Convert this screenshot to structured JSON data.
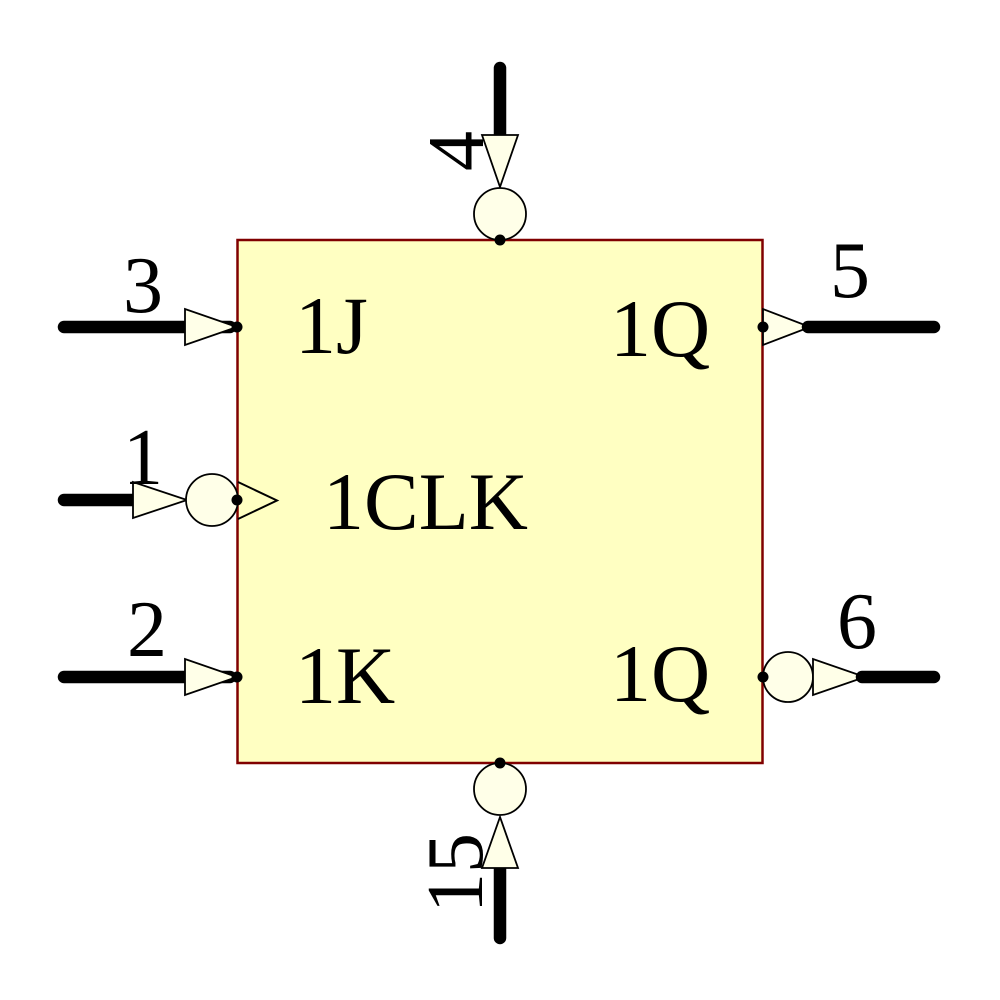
{
  "symbol": {
    "kind": "jk-flip-flop-schematic-symbol",
    "pins": {
      "left": [
        {
          "number": "3",
          "name": "1J"
        },
        {
          "number": "1",
          "name": "1CLK"
        },
        {
          "number": "2",
          "name": "1K"
        }
      ],
      "right": [
        {
          "number": "5",
          "name": "1Q"
        },
        {
          "number": "6",
          "name": "1Q"
        }
      ],
      "top": [
        {
          "number": "4"
        }
      ],
      "bottom": [
        {
          "number": "15"
        }
      ]
    },
    "colors": {
      "body_fill": "#FFFFC2",
      "body_outline": "#800000",
      "wire": "#000000",
      "decoration_fill": "#FFFFE8",
      "text": "#000000",
      "background": "#FFFFFF"
    }
  }
}
